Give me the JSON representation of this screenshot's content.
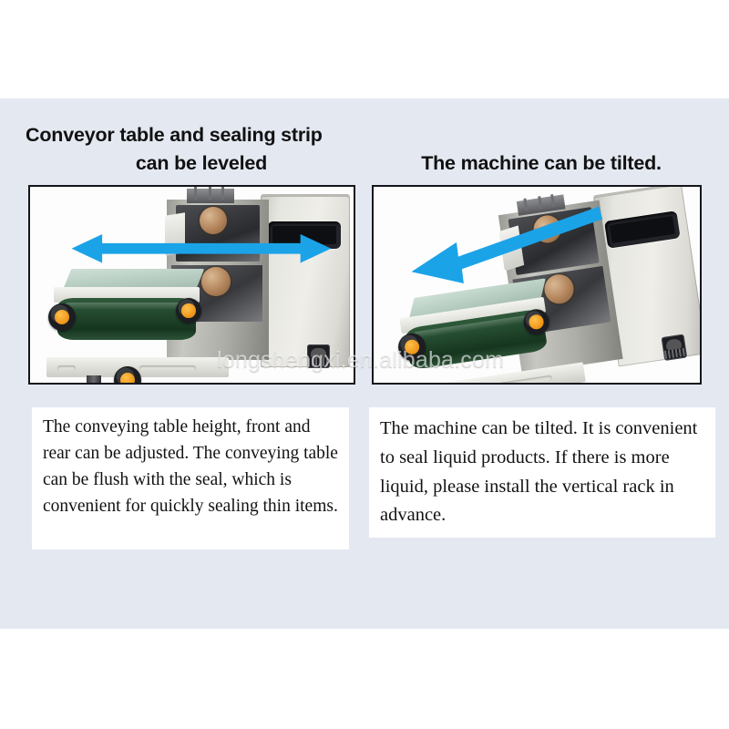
{
  "page": {
    "background_color": "#ffffff",
    "panel_color": "#e4e8f1",
    "accent_arrow_color": "#1ba3e8"
  },
  "columns": [
    {
      "id": "leveled",
      "title_line1": "Conveyor table and sealing strip",
      "title_line2": "can be leveled",
      "photo_alt": "Band sealer machine sitting level with conveyor table",
      "arrow": {
        "name": "horizontal-double-arrow",
        "direction": "horizontal-bidirectional",
        "color": "#1ba3e8"
      },
      "caption": "The conveying table height, front and rear can be adjusted. The conveying table can be flush with the seal, which is convenient for quickly sealing thin items."
    },
    {
      "id": "tilted",
      "title_line1": "The machine can be tilted.",
      "title_line2": "",
      "photo_alt": "Band sealer machine tilted on an angle",
      "arrow": {
        "name": "diagonal-arrow",
        "direction": "up-left",
        "color": "#1ba3e8"
      },
      "caption": "The machine can be tilted. It is convenient to seal liquid products. If there is more liquid, please install the vertical rack in advance."
    }
  ],
  "watermark": {
    "text": "longshengxi.en.alibaba.com"
  },
  "machine": {
    "housing_color": "#efeee9",
    "belt_color": "#234a2e",
    "knob_color": "#f09a1c",
    "panel_color": "#23242a"
  }
}
